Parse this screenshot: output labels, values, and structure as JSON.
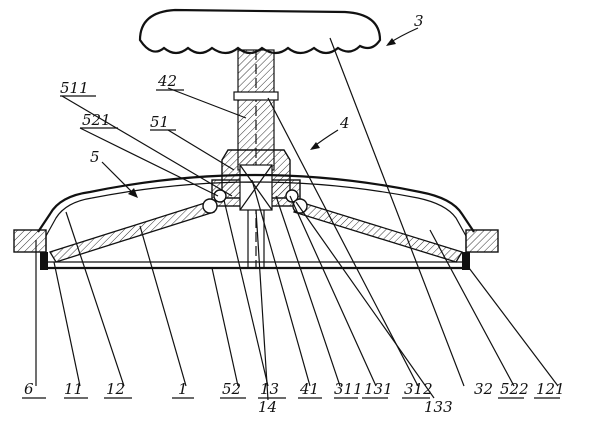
{
  "figure": {
    "labels": {
      "l3": "3",
      "l42": "42",
      "l4": "4",
      "l511": "511",
      "l521": "521",
      "l51": "51",
      "l5": "5",
      "l6": "6",
      "l11": "11",
      "l12": "12",
      "l1": "1",
      "l52": "52",
      "l13": "13",
      "l14": "14",
      "l41": "41",
      "l311": "311",
      "l131": "131",
      "l133": "133",
      "l312": "312",
      "l32": "32",
      "l522": "522",
      "l121": "121"
    }
  }
}
